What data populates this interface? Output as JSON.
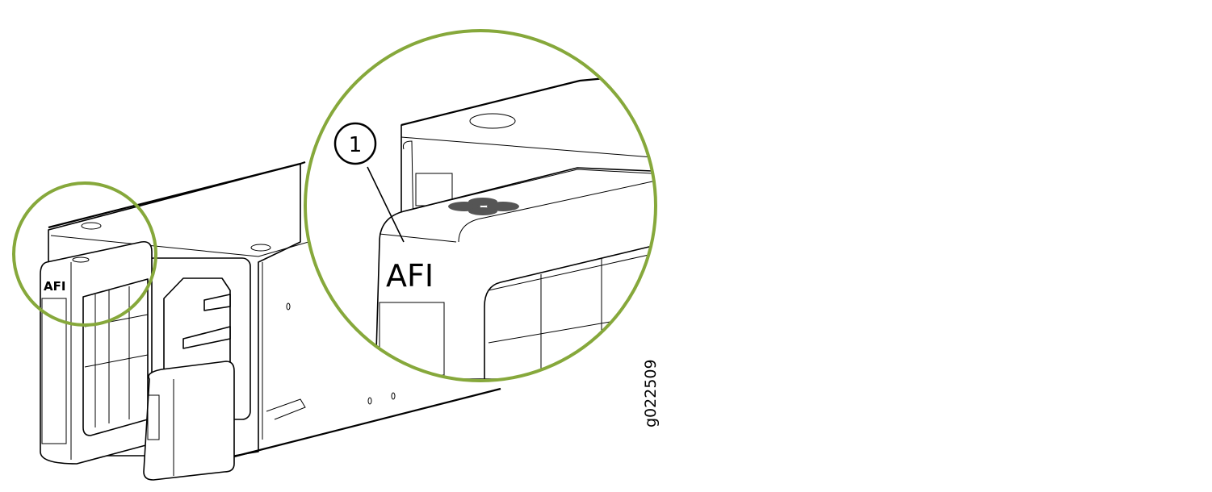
{
  "figure": {
    "id_label": "g022509",
    "callout_number": "1",
    "small_label": "AFI",
    "zoom_label": "AFI",
    "accent_color": "#86a83b"
  }
}
